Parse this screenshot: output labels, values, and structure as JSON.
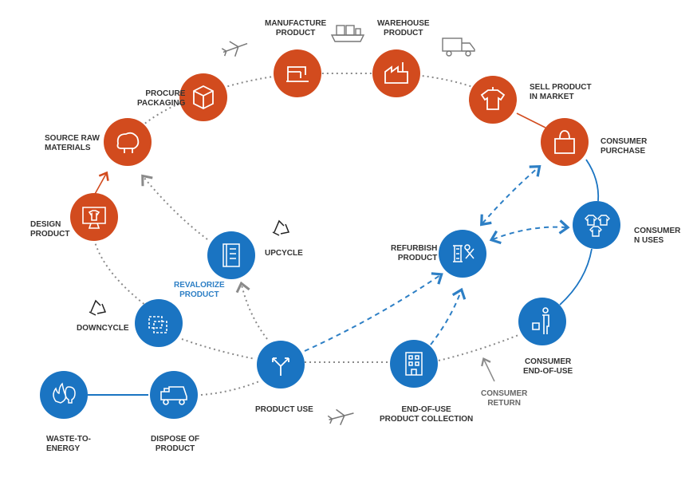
{
  "colors": {
    "orange": "#d24b1e",
    "blue": "#1a74c2",
    "grey": "#8a8a8a",
    "dashed_blue": "#2d7fc5"
  },
  "nodes": {
    "source_raw": {
      "line1": "SOURCE RAW",
      "line2": "MATERIALS",
      "icon": "sheep-icon"
    },
    "procure": {
      "line1": "PROCURE",
      "line2": "PACKAGING",
      "icon": "box-icon"
    },
    "manufacture": {
      "line1": "MANUFACTURE",
      "line2": "PRODUCT",
      "icon": "sewing-machine-icon"
    },
    "warehouse": {
      "line1": "WAREHOUSE",
      "line2": "PRODUCT",
      "icon": "factory-icon"
    },
    "sell": {
      "line1": "SELL PRODUCT",
      "line2": "IN MARKET",
      "icon": "shirt-tag-icon"
    },
    "purchase": {
      "line1": "CONSUMER",
      "line2": "PURCHASE",
      "icon": "shopping-bag-icon"
    },
    "n_uses": {
      "line1": "CONSUMER",
      "line2": "N USES",
      "icon": "shirts-icon"
    },
    "end_of_use": {
      "line1": "CONSUMER",
      "line2": "END-OF-USE",
      "icon": "person-discard-icon"
    },
    "collection": {
      "line1": "END-OF-USE",
      "line2": "PRODUCT COLLECTION",
      "icon": "building-icon"
    },
    "product_use": {
      "line1": "PRODUCT USE",
      "icon": "split-arrows-icon"
    },
    "dispose": {
      "line1": "DISPOSE OF",
      "line2": "PRODUCT",
      "icon": "dump-truck-icon"
    },
    "waste_energy": {
      "line1": "WASTE-TO-",
      "line2": "ENERGY",
      "icon": "flame-bulb-icon"
    },
    "downcycle": {
      "line1": "DOWNCYCLE",
      "icon": "fabric-scraps-icon"
    },
    "design": {
      "line1": "DESIGN",
      "line2": "PRODUCT",
      "icon": "monitor-shirt-icon"
    },
    "upcycle": {
      "line1": "UPCYCLE",
      "icon": "fabric-roll-icon"
    },
    "refurbish": {
      "line1": "REFURBISH",
      "line2": "PRODUCT",
      "icon": "thread-scissors-icon"
    }
  },
  "annotations": {
    "revalorize": {
      "line1": "REVALORIZE",
      "line2": "PRODUCT"
    },
    "consumer_return": {
      "line1": "CONSUMER",
      "line2": "RETURN"
    }
  }
}
